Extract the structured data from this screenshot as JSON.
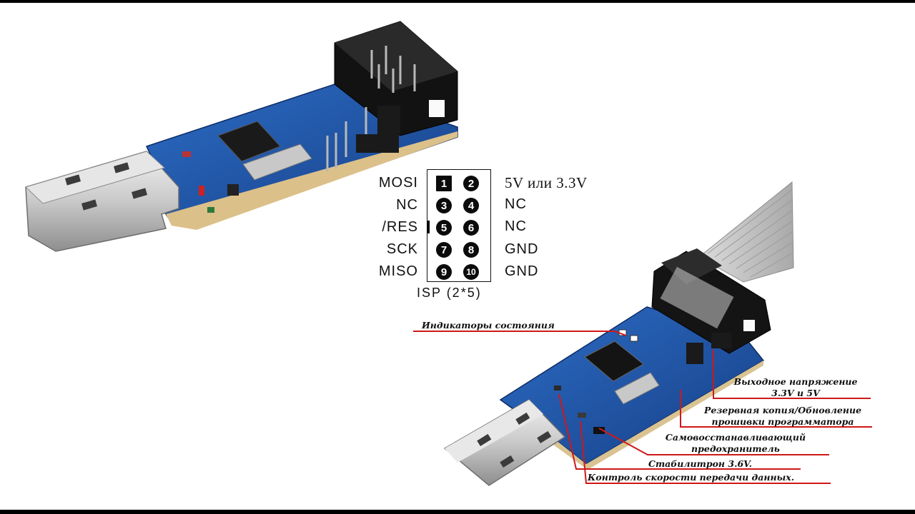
{
  "pinout": {
    "left_labels": [
      "MOSI",
      "NC",
      "/RES",
      "SCK",
      "MISO"
    ],
    "right_labels": [
      "5V или 3.3V",
      "NC",
      "NC",
      "GND",
      "GND"
    ],
    "pins": [
      "1",
      "2",
      "3",
      "4",
      "5",
      "6",
      "7",
      "8",
      "9",
      "10"
    ],
    "caption": "ISP (2*5)"
  },
  "annotations": {
    "status_leds": "Индикаторы состояния",
    "output_voltage_line1": "Выходное напряжение",
    "output_voltage_line2": "3.3V и 5V",
    "backup_line1": "Резервная копия/Обновление",
    "backup_line2": "прошивки программатора",
    "fuse_line1": "Самовосстанавливающий",
    "fuse_line2": "предохранитель",
    "zener": "Стабилитрон 3.6V.",
    "speed": "Контроль скорости передачи данных."
  },
  "colors": {
    "pcb": "#1f5aa8",
    "annotation_line": "#d01818"
  }
}
